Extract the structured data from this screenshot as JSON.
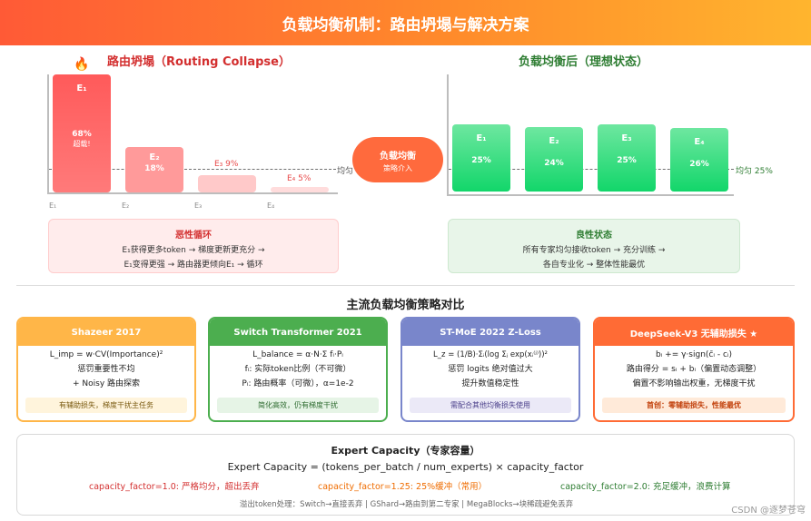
{
  "header": {
    "title": "负载均衡机制：路由坍塌与解决方案"
  },
  "left_panel": {
    "title": "路由坍塌（Routing Collapse）",
    "fire_icon": "🔥",
    "bars": [
      {
        "name": "E₁",
        "value": 68,
        "pct": "68%",
        "sub": "超载!",
        "color": "#ff5a5a"
      },
      {
        "name": "E₂",
        "value": 18,
        "pct": "18%",
        "color": "#ff9a9a"
      },
      {
        "name": "",
        "value": 9,
        "color": "#ffc9c9"
      },
      {
        "name": "",
        "value": 5,
        "color": "#ffdcdc"
      }
    ],
    "small_labels": [
      "E₃ 9%",
      "E₄ 5%"
    ],
    "ticks": [
      "E₁",
      "E₂",
      "E₃",
      "E₄"
    ],
    "avg_label": "均匀",
    "note": {
      "title": "恶性循环",
      "line1": "E₁获得更多token → 梯度更新更充分 →",
      "line2": "E₁变得更强 → 路由器更倾向E₁ → 循环"
    }
  },
  "bubble": {
    "line1": "负载均衡",
    "line2": "策略介入"
  },
  "right_panel": {
    "title": "负载均衡后（理想状态）",
    "bars": [
      {
        "name": "E₁",
        "value": 25,
        "pct": "25%"
      },
      {
        "name": "E₂",
        "value": 24,
        "pct": "24%"
      },
      {
        "name": "E₃",
        "value": 25,
        "pct": "25%"
      },
      {
        "name": "E₄",
        "value": 26,
        "pct": "26%"
      }
    ],
    "avg_label": "均匀 25%",
    "note": {
      "title": "良性状态",
      "line1": "所有专家均匀接收token → 充分训练 →",
      "line2": "各自专业化 → 整体性能最优"
    }
  },
  "strategies": {
    "title": "主流负载均衡策略对比",
    "cards": [
      {
        "title": "Shazeer 2017",
        "color": "#ffb648",
        "foot_bg": "#fff4dc",
        "lines": [
          "L_imp = w·CV(Importance)²",
          "惩罚重要性不均",
          "+ Noisy 路由探索"
        ],
        "foot": "有辅助损失，梯度干扰主任务"
      },
      {
        "title": "Switch Transformer 2021",
        "color": "#4cae4f",
        "foot_bg": "#e6f4e6",
        "lines": [
          "L_balance = α·N·Σ fᵢ·Pᵢ",
          "fᵢ: 实际token比例（不可微）",
          "Pᵢ: 路由概率（可微），α=1e-2"
        ],
        "foot": "简化高效，仍有梯度干扰"
      },
      {
        "title": "ST-MoE 2022 Z-Loss",
        "color": "#7986cb",
        "foot_bg": "#ebe9f7",
        "lines": [
          "L_z = (1/B)·Σᵢ(log Σⱼ exp(xᵢ⁽ʲ⁾))²",
          "惩罚 logits 绝对值过大",
          "提升数值稳定性"
        ],
        "foot": "需配合其他均衡损失使用"
      },
      {
        "title": "DeepSeek-V3 无辅助损失 ★",
        "color": "#ff6b35",
        "foot_bg": "#ffead9",
        "lines": [
          "bᵢ += γ·sign(c̄ᵢ - cᵢ)",
          "路由得分 = sᵢ + bᵢ（偏置动态调整）",
          "偏置不影响输出权重，无梯度干扰"
        ],
        "foot": "首创：零辅助损失，性能最优"
      }
    ]
  },
  "capacity": {
    "title": "Expert Capacity（专家容量）",
    "formula": "Expert Capacity = (tokens_per_batch / num_experts) × capacity_factor",
    "options": [
      {
        "text": "capacity_factor=1.0: 严格均分，超出丢弃",
        "color": "#d32f2f"
      },
      {
        "text": "capacity_factor=1.25: 25%缓冲（常用）",
        "color": "#ef6c00"
      },
      {
        "text": "capacity_factor=2.0: 充足缓冲，浪费计算",
        "color": "#2e7d32"
      }
    ],
    "note": "溢出token处理：Switch→直接丢弃 | GShard→路由到第二专家 | MegaBlocks→块稀疏避免丢弃"
  },
  "watermark": "CSDN @逐梦苍穹",
  "colors": {
    "collapse_title": "#d32f2f",
    "balanced_title": "#2e7d32",
    "vicious_bg": "#ffecec",
    "vicious_border": "#ffcccc",
    "virtuous_bg": "#e8f5e9",
    "virtuous_border": "#cde8cf",
    "green_bar_top": "#6ee7a0",
    "green_bar_bottom": "#12d66a"
  }
}
